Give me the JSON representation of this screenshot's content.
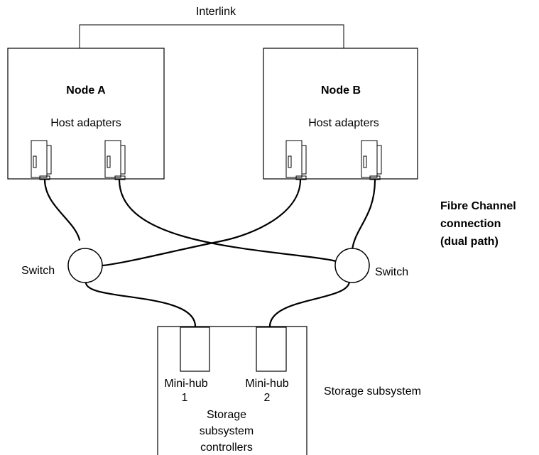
{
  "interlink_label": "Interlink",
  "node_a": {
    "title": "Node A",
    "subtitle": "Host adapters"
  },
  "node_b": {
    "title": "Node B",
    "subtitle": "Host adapters"
  },
  "fc_label": [
    "Fibre Channel",
    "connection",
    "(dual path)"
  ],
  "switch_left_label": "Switch",
  "switch_right_label": "Switch",
  "minihub_1": [
    "Mini-hub",
    "1"
  ],
  "minihub_2": [
    "Mini-hub",
    "2"
  ],
  "controllers_label": [
    "Storage",
    "subsystem",
    "controllers"
  ],
  "storage_label": "Storage subsystem"
}
